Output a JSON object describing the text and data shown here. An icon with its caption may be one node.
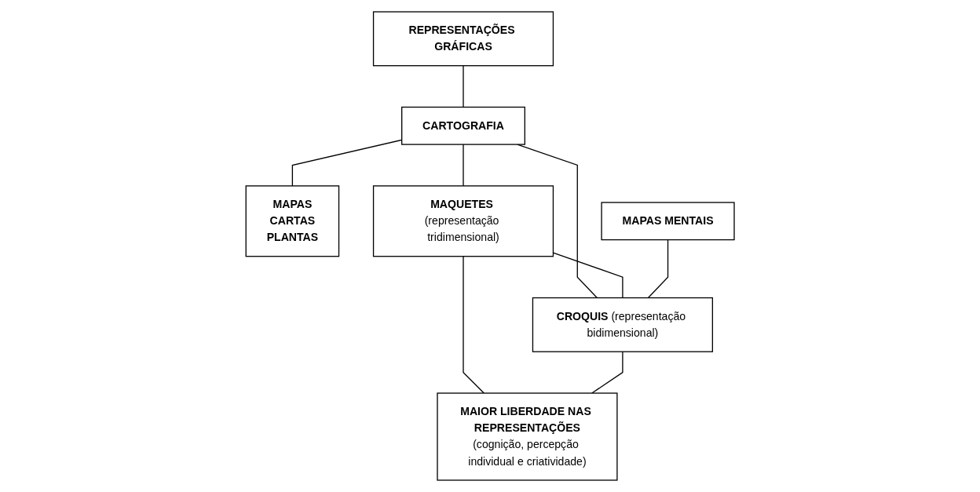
{
  "diagram": {
    "nodes": [
      {
        "text": [
          "REPRESENTAÇÕES GRÁFICAS"
        ]
      },
      {
        "text": [
          "CARTOGRAFIA"
        ]
      },
      {
        "text": [
          "MAPAS MENTAIS"
        ]
      },
      {
        "text": [
          "MAPAS",
          "CARTAS",
          "PLANTAS"
        ]
      },
      {
        "text": [
          "**MAQUETES** (representação tridimensional)"
        ]
      },
      {
        "text": [
          "**CROQUIS** (representação bidimensional)"
        ]
      },
      {
        "text": [
          "MAIOR LIBERDADE NAS REPRESENTAÇÕES",
          "(cognição, percepção individual e criatividade)"
        ]
      }
    ],
    "edges": [
      {
        "from": 0,
        "to": 1,
        "arrow": "none"
      },
      {
        "from": 1,
        "to": 3,
        "arrow": "none"
      },
      {
        "from": 1,
        "to": 4,
        "arrow": "none"
      },
      {
        "from": 1,
        "to": 5,
        "arrow": "none"
      },
      {
        "from": 4,
        "to": 5,
        "arrow": "none"
      },
      {
        "from": 2,
        "to": 5,
        "arrow": "none"
      },
      {
        "from": 4,
        "to": 6,
        "arrow": "none"
      },
      {
        "from": 5,
        "to": 6,
        "arrow": "none"
      }
    ]
  }
}
